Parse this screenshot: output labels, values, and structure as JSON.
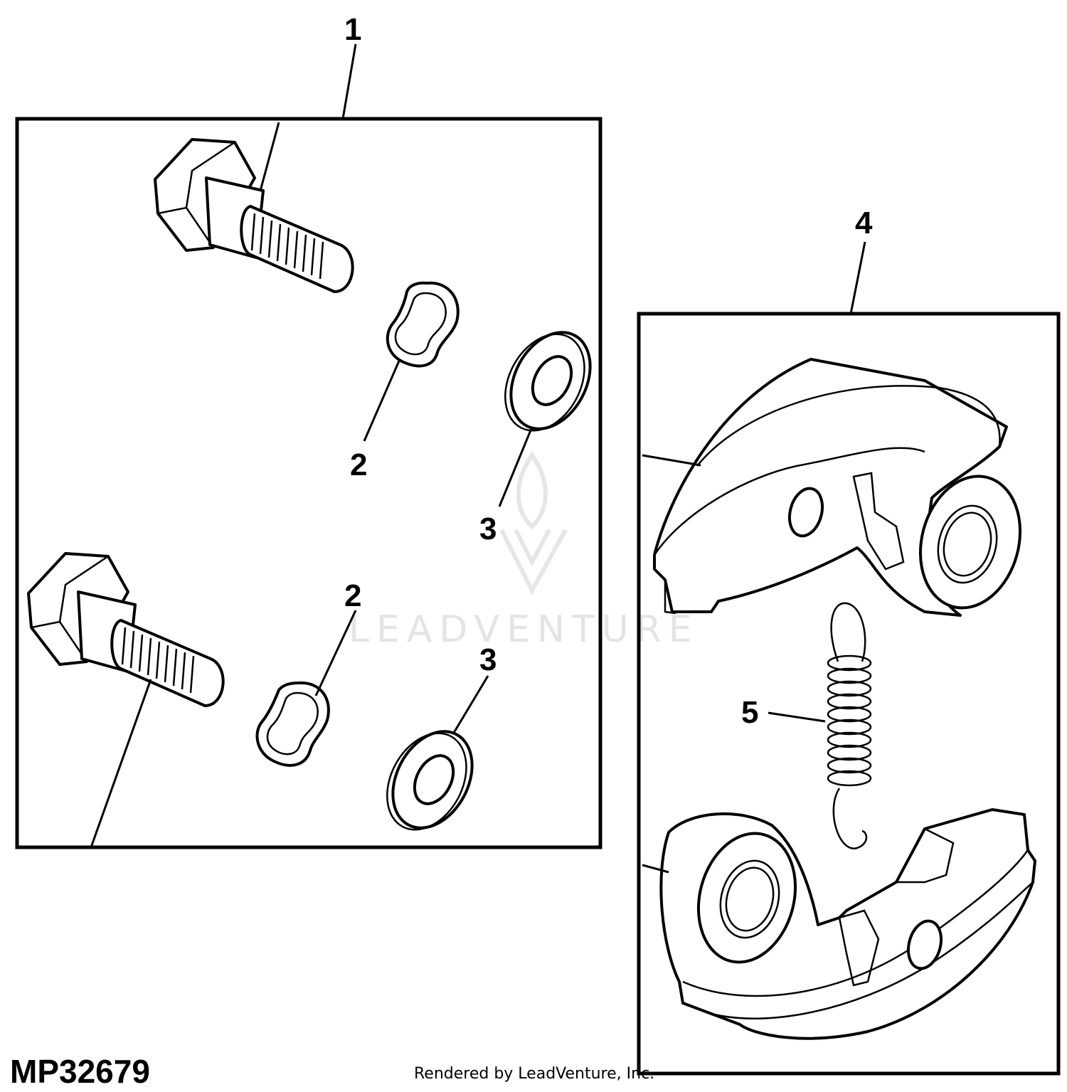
{
  "figure_id": "MP32679",
  "credit": "Rendered by LeadVenture, Inc.",
  "watermark": "LEADVENTURE",
  "callouts": {
    "c1": "1",
    "c2a": "2",
    "c2b": "2",
    "c3a": "3",
    "c3b": "3",
    "c4": "4",
    "c5": "5"
  },
  "icons": [
    "hex-bolt-icon",
    "lock-washer-icon",
    "flat-washer-icon",
    "clutch-shoe-icon",
    "tension-spring-icon"
  ]
}
